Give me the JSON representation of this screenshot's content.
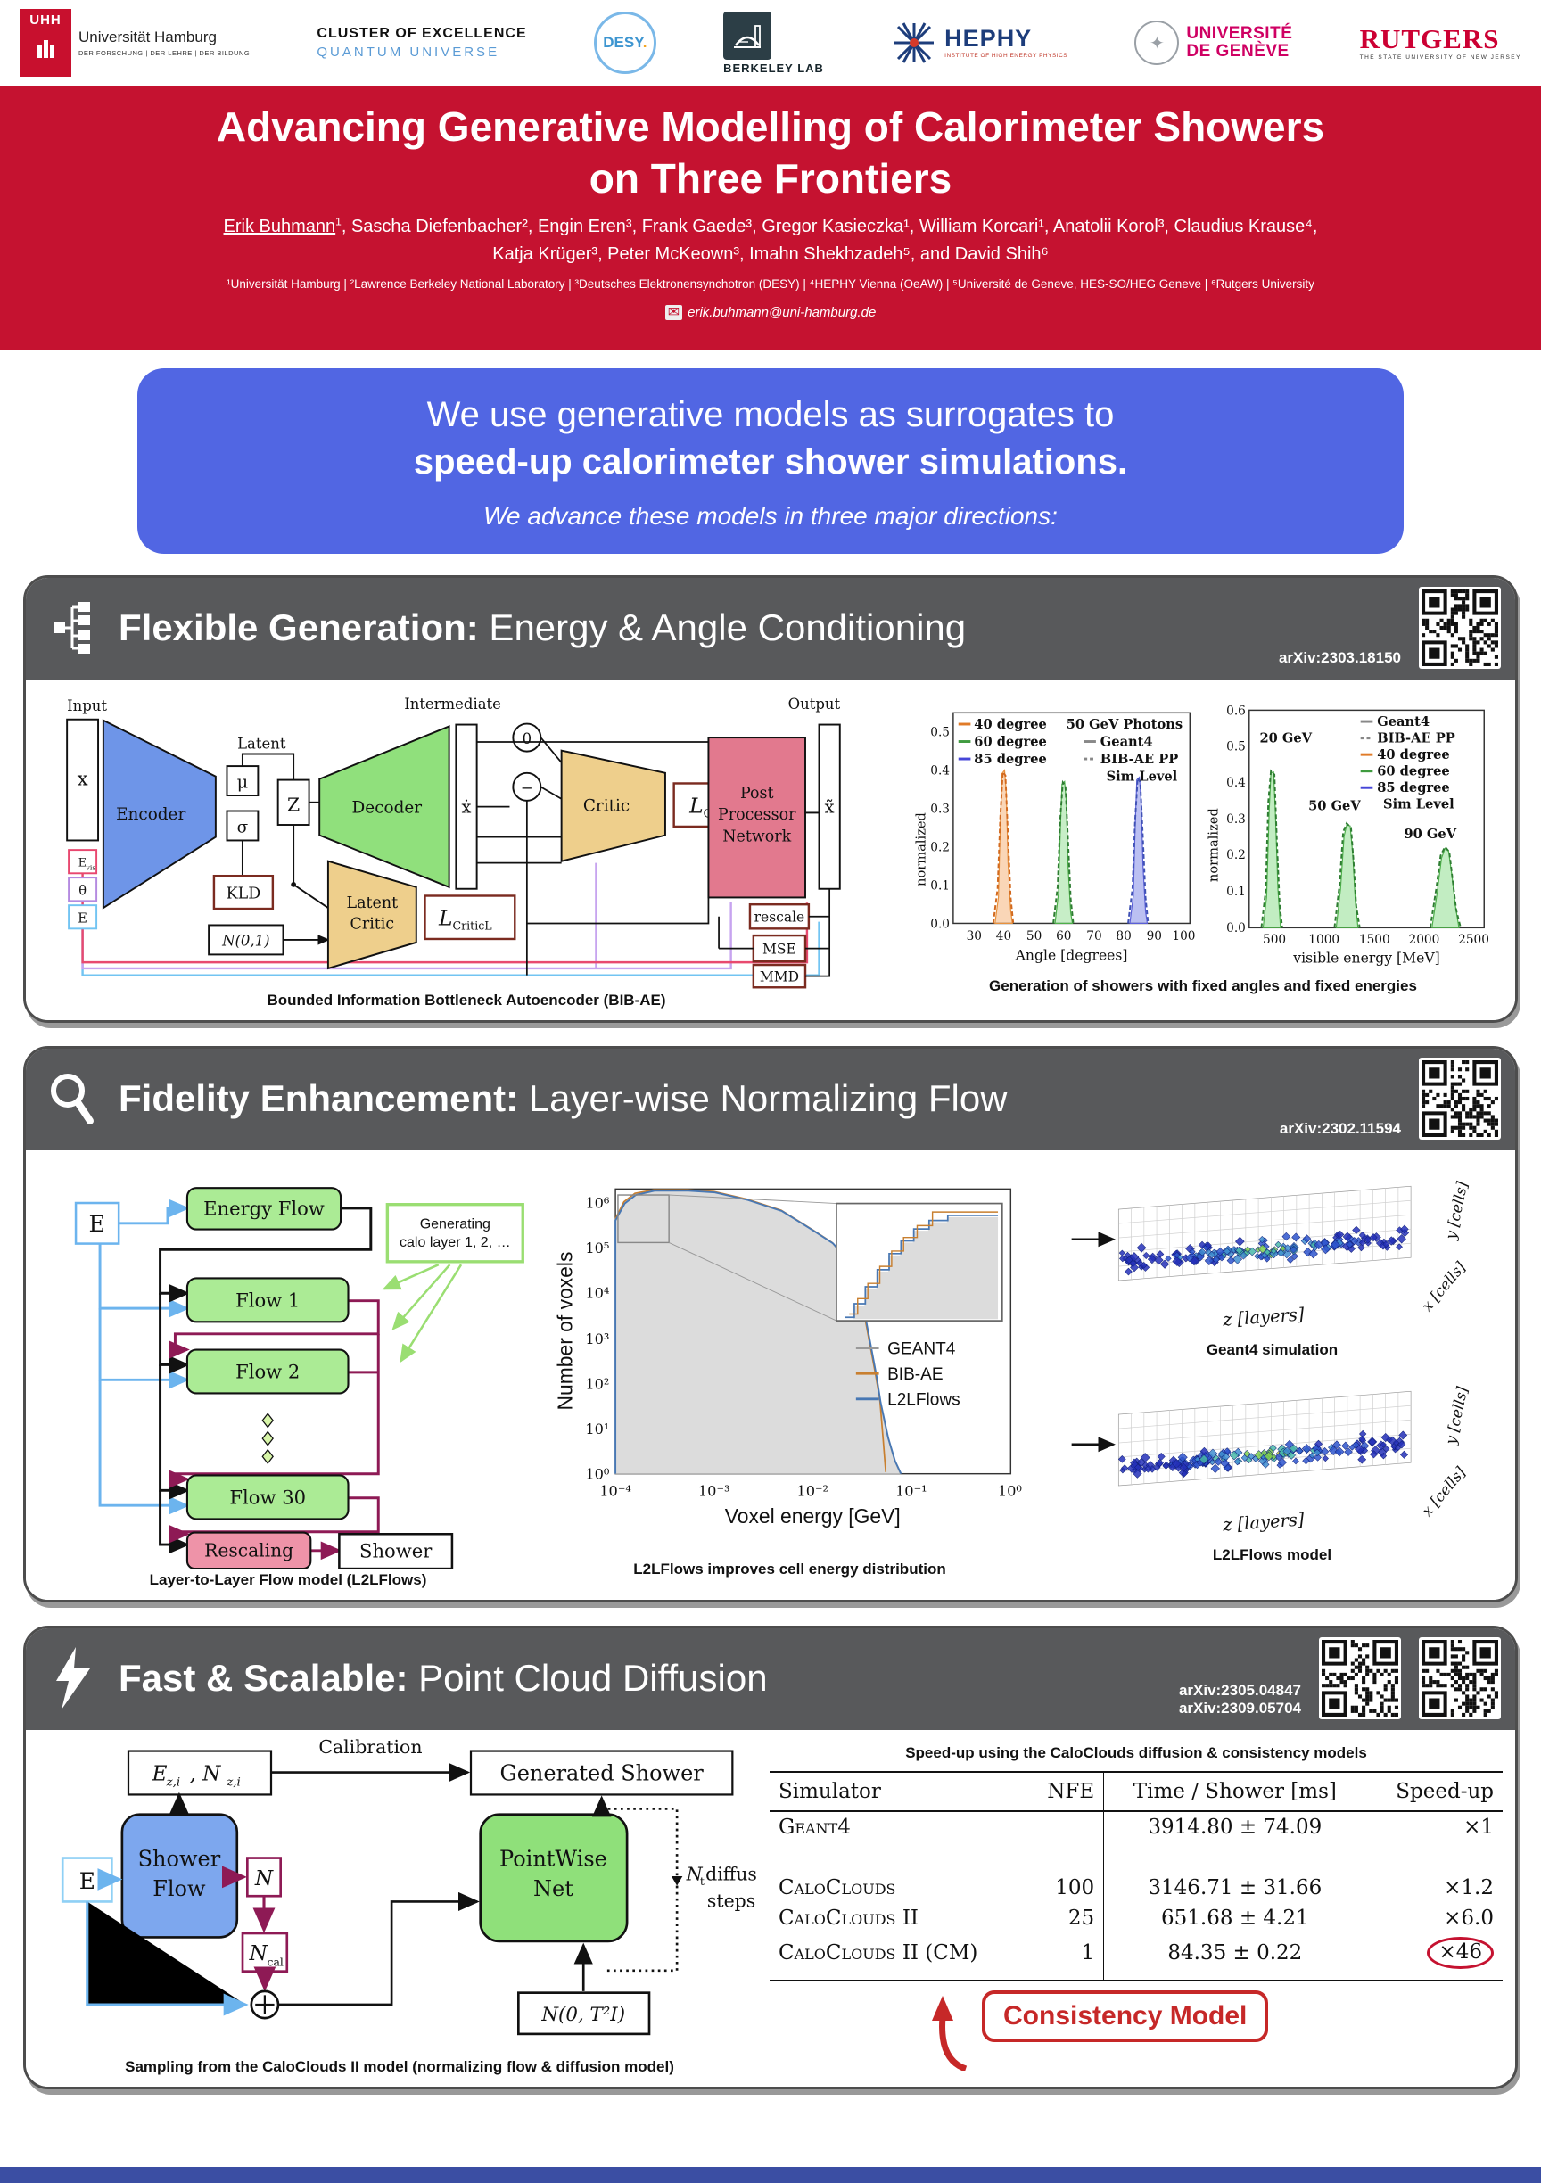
{
  "header": {
    "uhh": {
      "abbr": "UHH",
      "name": "Universität Hamburg",
      "sub": "DER FORSCHUNG | DER LEHRE | DER BILDUNG"
    },
    "cluster": {
      "line1": "CLUSTER OF EXCELLENCE",
      "line2": "QUANTUM UNIVERSE"
    },
    "desy": {
      "name": "DESY",
      "dot": "."
    },
    "berkeley": {
      "name": "BERKELEY LAB"
    },
    "hephy": {
      "name": "HEPHY",
      "sub": "INSTITUTE OF HIGH ENERGY PHYSICS"
    },
    "unige": {
      "line1": "UNIVERSITÉ",
      "line2": "DE GENÈVE"
    },
    "rutgers": {
      "name": "RUTGERS",
      "sub": "THE STATE UNIVERSITY OF NEW JERSEY"
    }
  },
  "banner": {
    "title1": "Advancing Generative Modelling of Calorimeter Showers",
    "title2": "on Three Frontiers",
    "author_first": "Erik Buhmann",
    "author_first_sup": "1",
    "authors_line1_rest": ", Sascha Diefenbacher², Engin Eren³, Frank Gaede³, Gregor Kasieczka¹, William Korcari¹, Anatolii Korol³, Claudius Krause⁴,",
    "authors_line2": "Katja Krüger³, Peter McKeown³, Imahn Shekhzadeh⁵, and David Shih⁶",
    "affiliations": "¹Universität Hamburg | ²Lawrence Berkeley National Laboratory | ³Deutsches Elektronensynchotron (DESY) | ⁴HEPHY Vienna (OeAW) | ⁵Université de Geneve, HES-SO/HEG Geneve  | ⁶Rutgers University",
    "email_icon": "✉",
    "email": "erik.buhmann@uni-hamburg.de"
  },
  "intro": {
    "line1": "We use generative models as surrogates to",
    "line2": "speed-up calorimeter shower simulations.",
    "line3": "We advance these models in three major directions:"
  },
  "s1": {
    "title_bold": "Flexible Generation:",
    "title_rest": " Energy & Angle Conditioning",
    "arxiv": "arXiv:2303.18150",
    "caption_left": "Bounded Information Bottleneck Autoencoder (BIB-AE)",
    "caption_right": "Generation of showers with fixed angles and fixed energies",
    "bibae": {
      "input": "Input",
      "latent": "Latent",
      "intermediate": "Intermediate",
      "output": "Output",
      "x": "x",
      "evis_main": "E",
      "evis_sub": "vis",
      "theta": "θ",
      "e": "E",
      "encoder": "Encoder",
      "mu": "μ",
      "sigma": "σ",
      "z": "Z",
      "kld": "KLD",
      "normal": "N(0,1)",
      "decoder": "Decoder",
      "xdot": "ẋ",
      "zero": "0",
      "minus": "−",
      "critic": "Critic",
      "l": "L",
      "l_critic_sub": "Critic",
      "latent_critic1": "Latent",
      "latent_critic2": "Critic",
      "l_criticl_sub": "CriticL",
      "post1": "Post",
      "post2": "Processor",
      "post3": "Network",
      "xtilde": "x̃",
      "rescale": "rescale",
      "mse": "MSE",
      "mmd": "MMD"
    },
    "plot1": {
      "type": "histogram",
      "leg_deg": [
        "40 degree",
        "60 degree",
        "85 degree"
      ],
      "leg_deg_colors": [
        "#e07b28",
        "#3f9b3f",
        "#4646d8"
      ],
      "leg_title": "50 GeV Photons",
      "leg_models": [
        "Geant4",
        "BIB-AE PP"
      ],
      "leg_sim": "Sim Level",
      "ylabel": "normalized",
      "xlabel": "Angle [degrees]",
      "yticks": [
        "0.0",
        "0.1",
        "0.2",
        "0.3",
        "0.4",
        "0.5"
      ],
      "xticks": [
        "30",
        "40",
        "50",
        "60",
        "70",
        "80",
        "90",
        "100"
      ],
      "peaks": [
        {
          "x": 40,
          "height": 0.39
        },
        {
          "x": 60,
          "height": 0.37
        },
        {
          "x": 85,
          "height": 0.38
        }
      ]
    },
    "plot2": {
      "type": "histogram",
      "ann": [
        "20 GeV",
        "50 GeV",
        "90 GeV"
      ],
      "leg_models": [
        "Geant4",
        "BIB-AE PP"
      ],
      "leg_deg": [
        "40 degree",
        "60 degree",
        "85 degree"
      ],
      "leg_sim": "Sim Level",
      "ylabel": "normalized",
      "xlabel": "visible energy [MeV]",
      "yticks": [
        "0.0",
        "0.1",
        "0.2",
        "0.3",
        "0.4",
        "0.5",
        "0.6"
      ],
      "xticks": [
        "500",
        "1000",
        "1500",
        "2000",
        "2500"
      ],
      "peaks": [
        {
          "x": 480,
          "height": 0.43
        },
        {
          "x": 1230,
          "height": 0.285
        },
        {
          "x": 2210,
          "height": 0.22
        }
      ]
    }
  },
  "s2": {
    "title_bold": "Fidelity Enhancement:",
    "title_rest": " Layer-wise Normalizing Flow",
    "arxiv": "arXiv:2302.11594",
    "diagram": {
      "e": "E",
      "energy_flow": "Energy Flow",
      "flow1": "Flow 1",
      "flow2": "Flow 2",
      "flow30": "Flow 30",
      "rescaling": "Rescaling",
      "shower": "Shower",
      "note1": "Generating",
      "note2": "calo layer 1, 2, …"
    },
    "caption_left": "Layer-to-Layer Flow model (L2LFlows)",
    "plot": {
      "type": "histogram-log",
      "ylabel": "Number of voxels",
      "xlabel": "Voxel energy [GeV]",
      "legend": [
        "GEANT4",
        "BIB-AE",
        "L2LFlows"
      ],
      "legend_colors": [
        "#999999",
        "#c87f2f",
        "#4878b4"
      ],
      "yticks": [
        "10⁰",
        "10¹",
        "10²",
        "10³",
        "10⁴",
        "10⁵",
        "10⁶"
      ],
      "xticks": [
        "10⁻⁴",
        "10⁻³",
        "10⁻²",
        "10⁻¹",
        "10⁰"
      ]
    },
    "caption_mid": "L2LFlows improves cell energy distribution",
    "shower3d": {
      "zlabel": "z [layers]",
      "ylabel": "y [cells]",
      "xlabel": "x [cells]",
      "caption_top": "Geant4 simulation",
      "caption_bottom": "L2LFlows model"
    }
  },
  "s3": {
    "title_bold": "Fast & Scalable:",
    "title_rest": " Point Cloud Diffusion",
    "arxiv1": "arXiv:2305.04847",
    "arxiv2": "arXiv:2309.05704",
    "diagram": {
      "ezi_e": "E",
      "ezi_esub": "z,i",
      "ezi_n": ", N",
      "ezi_nsub": "z,i",
      "calibration": "Calibration",
      "generated_shower": "Generated Shower",
      "e": "E",
      "shower_flow1": "Shower",
      "shower_flow2": "Flow",
      "n": "N",
      "ncal_main": "N",
      "ncal_sub": "cal",
      "pointwise1": "PointWise",
      "pointwise2": "Net",
      "noise": "N(0, T²I)",
      "nt_main": "N",
      "nt_sub": "t",
      "nt_rest": " diffusion",
      "nt_steps": "steps"
    },
    "caption_left": "Sampling from the CaloClouds II model (normalizing flow & diffusion model)",
    "table": {
      "title": "Speed-up using the CaloClouds diffusion & consistency models",
      "columns": [
        "Simulator",
        "NFE",
        "Time / Shower [ms]",
        "Speed-up"
      ],
      "rows": [
        {
          "simulator": "Geant4",
          "nfe": "",
          "time": "3914.80 ± 74.09",
          "speedup": "×1"
        },
        {
          "simulator": "CaloClouds",
          "nfe": "100",
          "time": "3146.71 ± 31.66",
          "speedup": "×1.2"
        },
        {
          "simulator": "CaloClouds II",
          "nfe": "25",
          "time": "651.68 ± 4.21",
          "speedup": "×6.0"
        },
        {
          "simulator": "CaloClouds II (CM)",
          "nfe": "1",
          "time": "84.35 ± 0.22",
          "speedup": "×46"
        }
      ]
    },
    "callout": "Consistency Model"
  },
  "colors": {
    "banner_red": "#c51230",
    "intro_blue": "#5166e3",
    "section_gray": "#58595b",
    "accent_red": "#c62828",
    "footer_blue": "#3b4ea3",
    "encoder_blue": "#6e95e8",
    "decoder_green": "#90e07c",
    "critic_tan": "#eecf8c",
    "post_pink": "#e2798e"
  }
}
